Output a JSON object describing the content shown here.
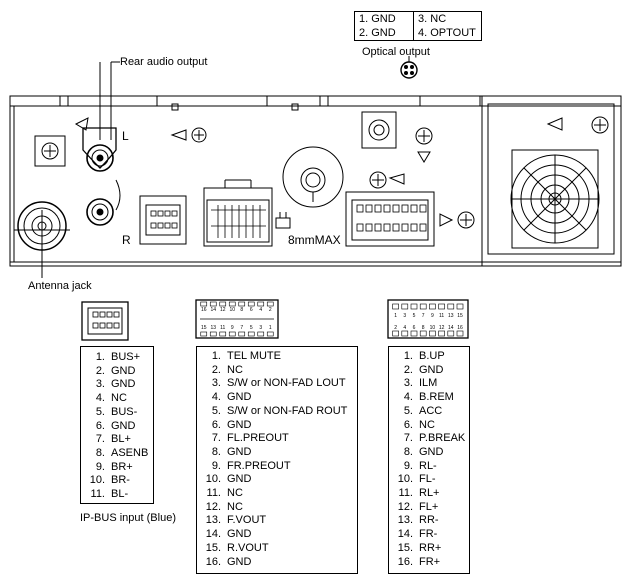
{
  "labels": {
    "rear_audio": "Rear audio output",
    "optical": "Optical output",
    "antenna": "Antenna jack",
    "ipbus": "IP-BUS input (Blue)",
    "max8": "8mmMAX",
    "ch_l": "L",
    "ch_r": "R"
  },
  "optical_pins": [
    {
      "num": "1.",
      "name": "GND"
    },
    {
      "num": "2.",
      "name": "GND"
    },
    {
      "num": "3.",
      "name": "NC"
    },
    {
      "num": "4.",
      "name": "OPTOUT"
    }
  ],
  "ipbus_pins": [
    {
      "num": "1.",
      "name": "BUS+"
    },
    {
      "num": "2.",
      "name": "GND"
    },
    {
      "num": "3.",
      "name": "GND"
    },
    {
      "num": "4.",
      "name": "NC"
    },
    {
      "num": "5.",
      "name": "BUS-"
    },
    {
      "num": "6.",
      "name": "GND"
    },
    {
      "num": "7.",
      "name": "BL+"
    },
    {
      "num": "8.",
      "name": "ASENB"
    },
    {
      "num": "9.",
      "name": "BR+"
    },
    {
      "num": "10.",
      "name": "BR-"
    },
    {
      "num": "11.",
      "name": "BL-"
    }
  ],
  "middle_pins": [
    {
      "num": "1.",
      "name": "TEL MUTE"
    },
    {
      "num": "2.",
      "name": "NC"
    },
    {
      "num": "3.",
      "name": "S/W or NON-FAD LOUT"
    },
    {
      "num": "4.",
      "name": "GND"
    },
    {
      "num": "5.",
      "name": "S/W or NON-FAD ROUT"
    },
    {
      "num": "6.",
      "name": "GND"
    },
    {
      "num": "7.",
      "name": "FL.PREOUT"
    },
    {
      "num": "8.",
      "name": "GND"
    },
    {
      "num": "9.",
      "name": "FR.PREOUT"
    },
    {
      "num": "10.",
      "name": "GND"
    },
    {
      "num": "11.",
      "name": "NC"
    },
    {
      "num": "12.",
      "name": "NC"
    },
    {
      "num": "13.",
      "name": "F.VOUT"
    },
    {
      "num": "14.",
      "name": "GND"
    },
    {
      "num": "15.",
      "name": "R.VOUT"
    },
    {
      "num": "16.",
      "name": "GND"
    }
  ],
  "right_pins": [
    {
      "num": "1.",
      "name": "B.UP"
    },
    {
      "num": "2.",
      "name": "GND"
    },
    {
      "num": "3.",
      "name": "ILM"
    },
    {
      "num": "4.",
      "name": "B.REM"
    },
    {
      "num": "5.",
      "name": "ACC"
    },
    {
      "num": "6.",
      "name": "NC"
    },
    {
      "num": "7.",
      "name": "P.BREAK"
    },
    {
      "num": "8.",
      "name": "GND"
    },
    {
      "num": "9.",
      "name": "RL-"
    },
    {
      "num": "10.",
      "name": "FL-"
    },
    {
      "num": "11.",
      "name": "RL+"
    },
    {
      "num": "12.",
      "name": "FL+"
    },
    {
      "num": "13.",
      "name": "RR-"
    },
    {
      "num": "14.",
      "name": "FR-"
    },
    {
      "num": "15.",
      "name": "RR+"
    },
    {
      "num": "16.",
      "name": "FR+"
    }
  ],
  "connector_middle": {
    "top_row": [
      "16",
      "14",
      "12",
      "10",
      "8",
      "6",
      "4",
      "2"
    ],
    "bottom_row": [
      "15",
      "13",
      "11",
      "9",
      "7",
      "5",
      "3",
      "1"
    ]
  },
  "connector_right": {
    "top_row": [
      "1",
      "3",
      "5",
      "7",
      "9",
      "11",
      "13",
      "15"
    ],
    "bottom_row": [
      "2",
      "4",
      "6",
      "8",
      "10",
      "12",
      "14",
      "16"
    ]
  }
}
